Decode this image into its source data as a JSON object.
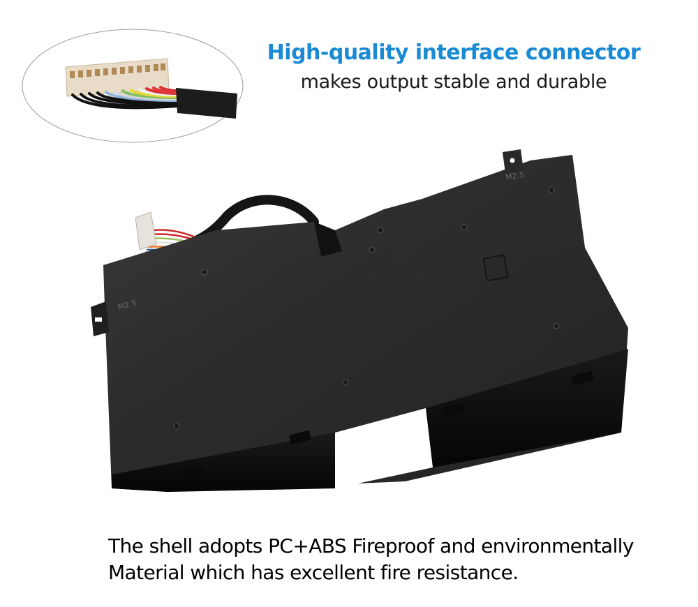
{
  "headline": {
    "title": "High-quality interface connector",
    "subtitle": "makes output stable and durable"
  },
  "product": {
    "label_top": "M2.5",
    "label_side": "M2.5"
  },
  "caption": {
    "line1": "The shell adopts PC+ABS Fireproof and environmentally",
    "line2": "Material which has excellent fire resistance."
  },
  "colors": {
    "accent": "#1a8ad4",
    "text": "#000000",
    "battery_body": "#2b2a2a",
    "background": "#ffffff"
  }
}
